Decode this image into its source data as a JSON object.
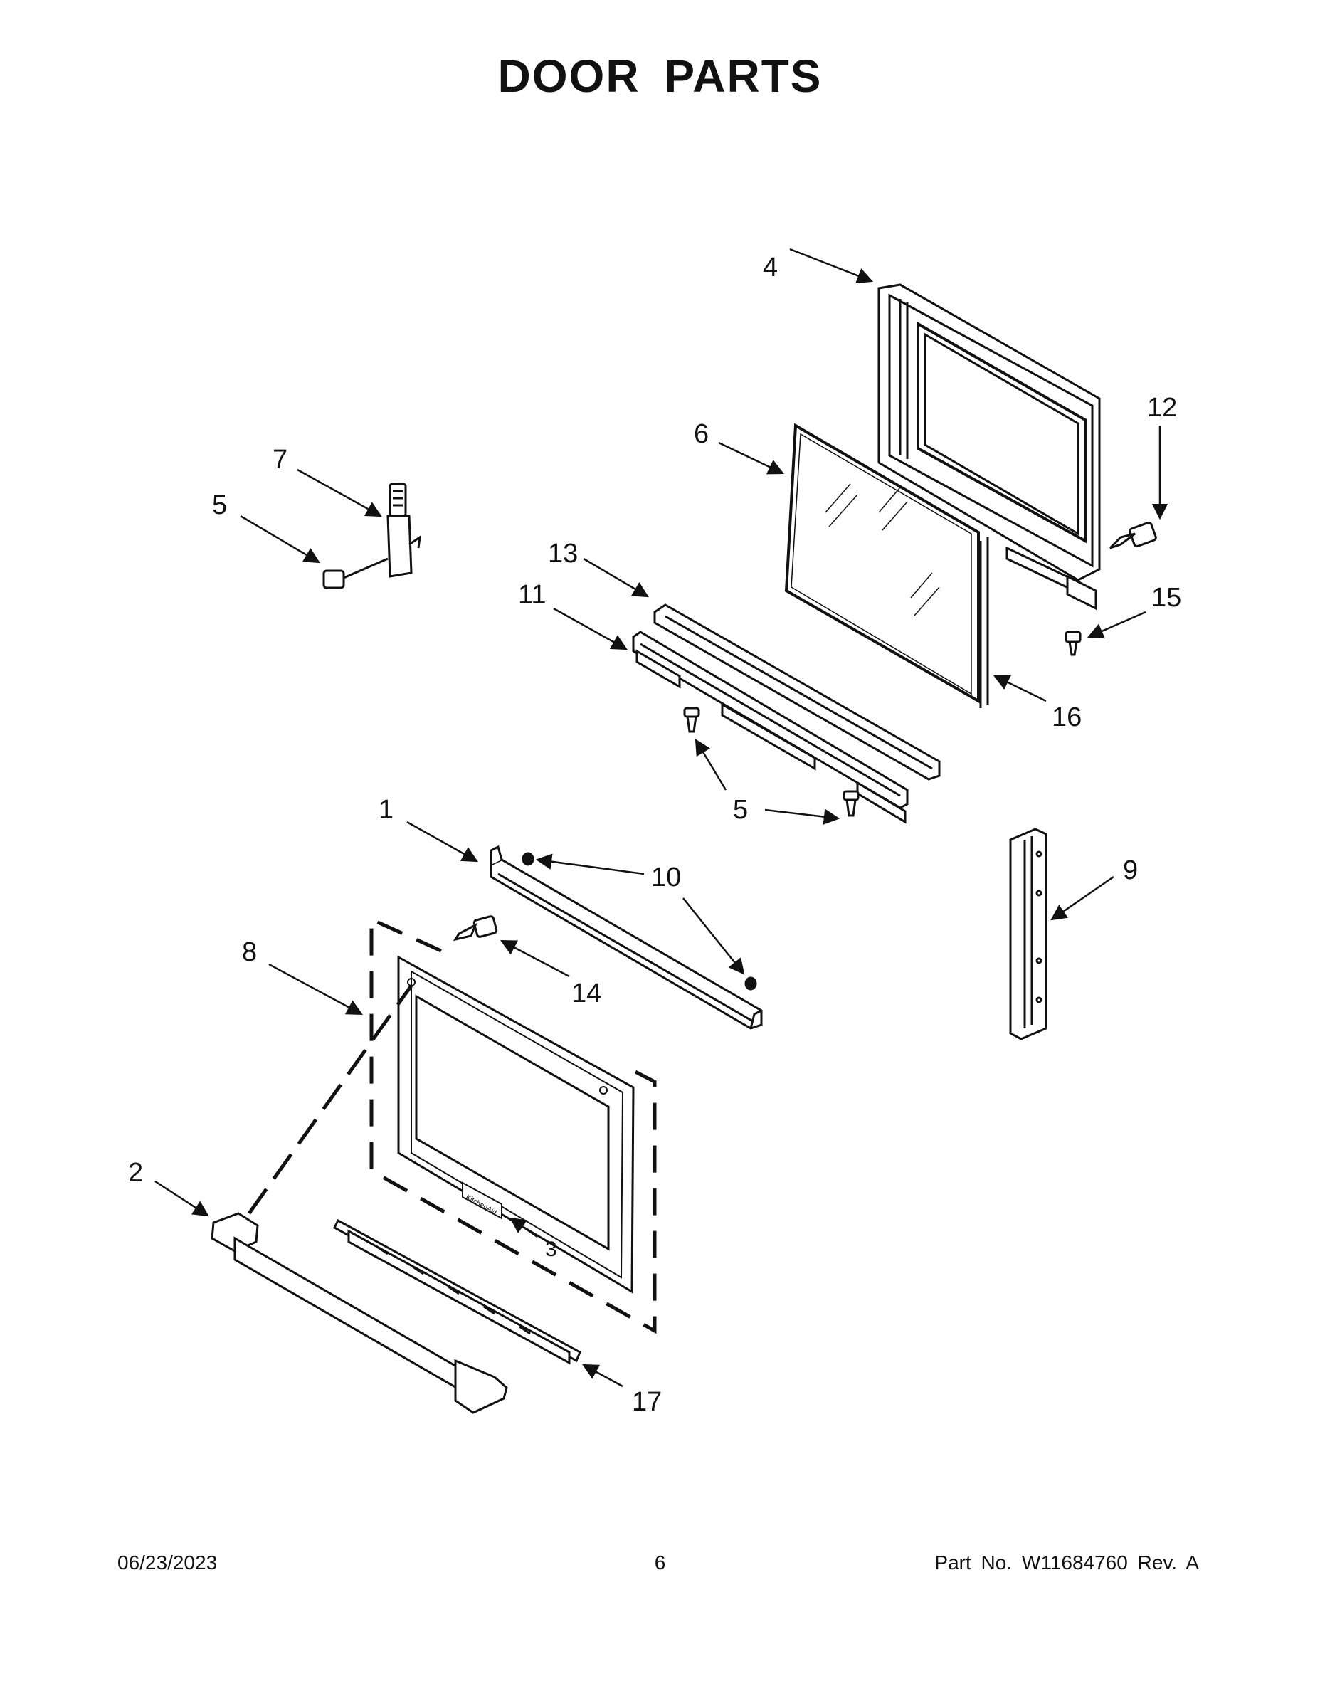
{
  "title": "DOOR PARTS",
  "callouts": {
    "c1": "1",
    "c2": "2",
    "c3": "3",
    "c4": "4",
    "c5a": "5",
    "c5b": "5",
    "c5c": "5",
    "c6": "6",
    "c7": "7",
    "c8": "8",
    "c9": "9",
    "c10": "10",
    "c11": "11",
    "c12": "12",
    "c13": "13",
    "c14": "14",
    "c15": "15",
    "c16": "16",
    "c17": "17"
  },
  "badge": "KitchenAid",
  "footer": {
    "date": "06/23/2023",
    "page": "6",
    "part": "Part No.  W11684760  Rev.  A"
  }
}
